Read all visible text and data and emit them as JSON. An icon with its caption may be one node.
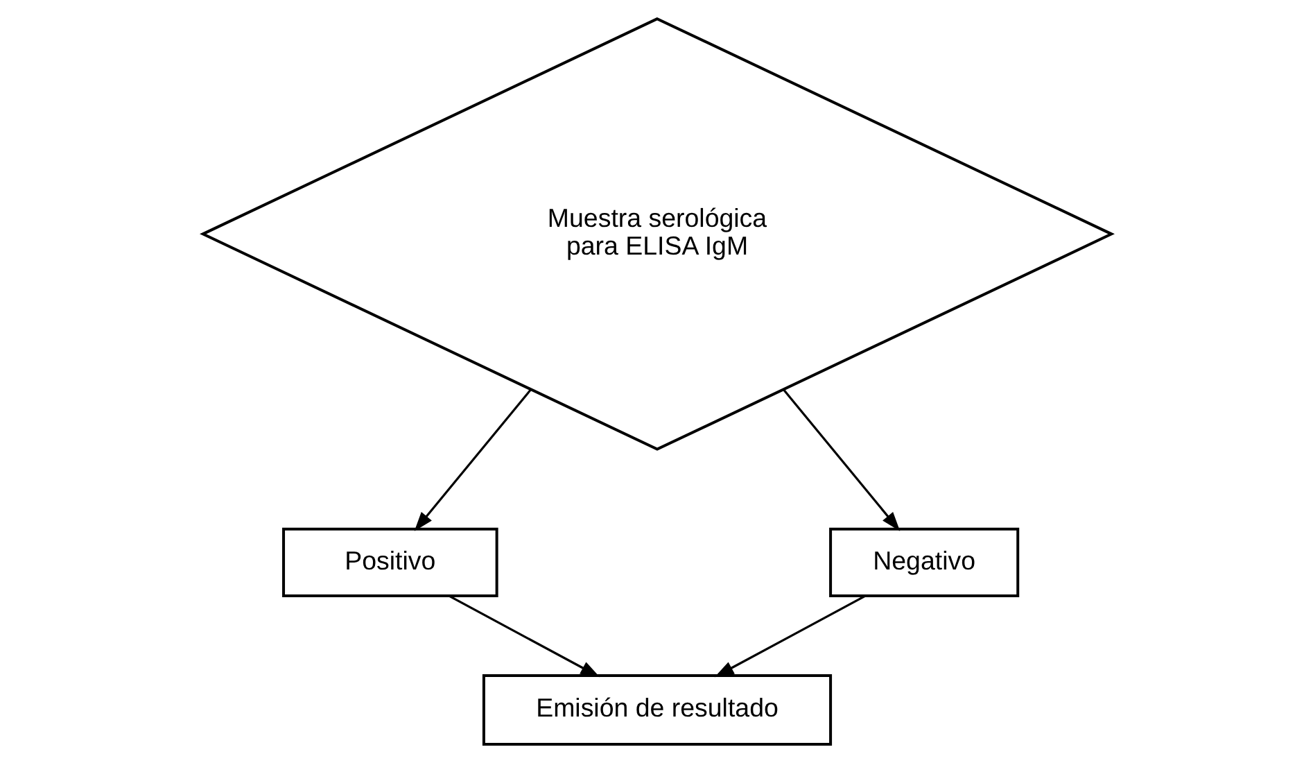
{
  "diagram": {
    "nodes": [
      {
        "text": [
          "Muestra serológica para ELISA IgM"
        ]
      },
      {
        "text": [
          "Positivo"
        ]
      },
      {
        "text": [
          "Negativo"
        ]
      },
      {
        "text": [
          "Emisión de resultado"
        ]
      }
    ],
    "edges": [
      {
        "from": 0,
        "to": 1,
        "arrow": "to"
      },
      {
        "from": 0,
        "to": 2,
        "arrow": "to"
      },
      {
        "from": 1,
        "to": 3,
        "arrow": "to"
      },
      {
        "from": 2,
        "to": 3,
        "arrow": "to"
      }
    ]
  }
}
